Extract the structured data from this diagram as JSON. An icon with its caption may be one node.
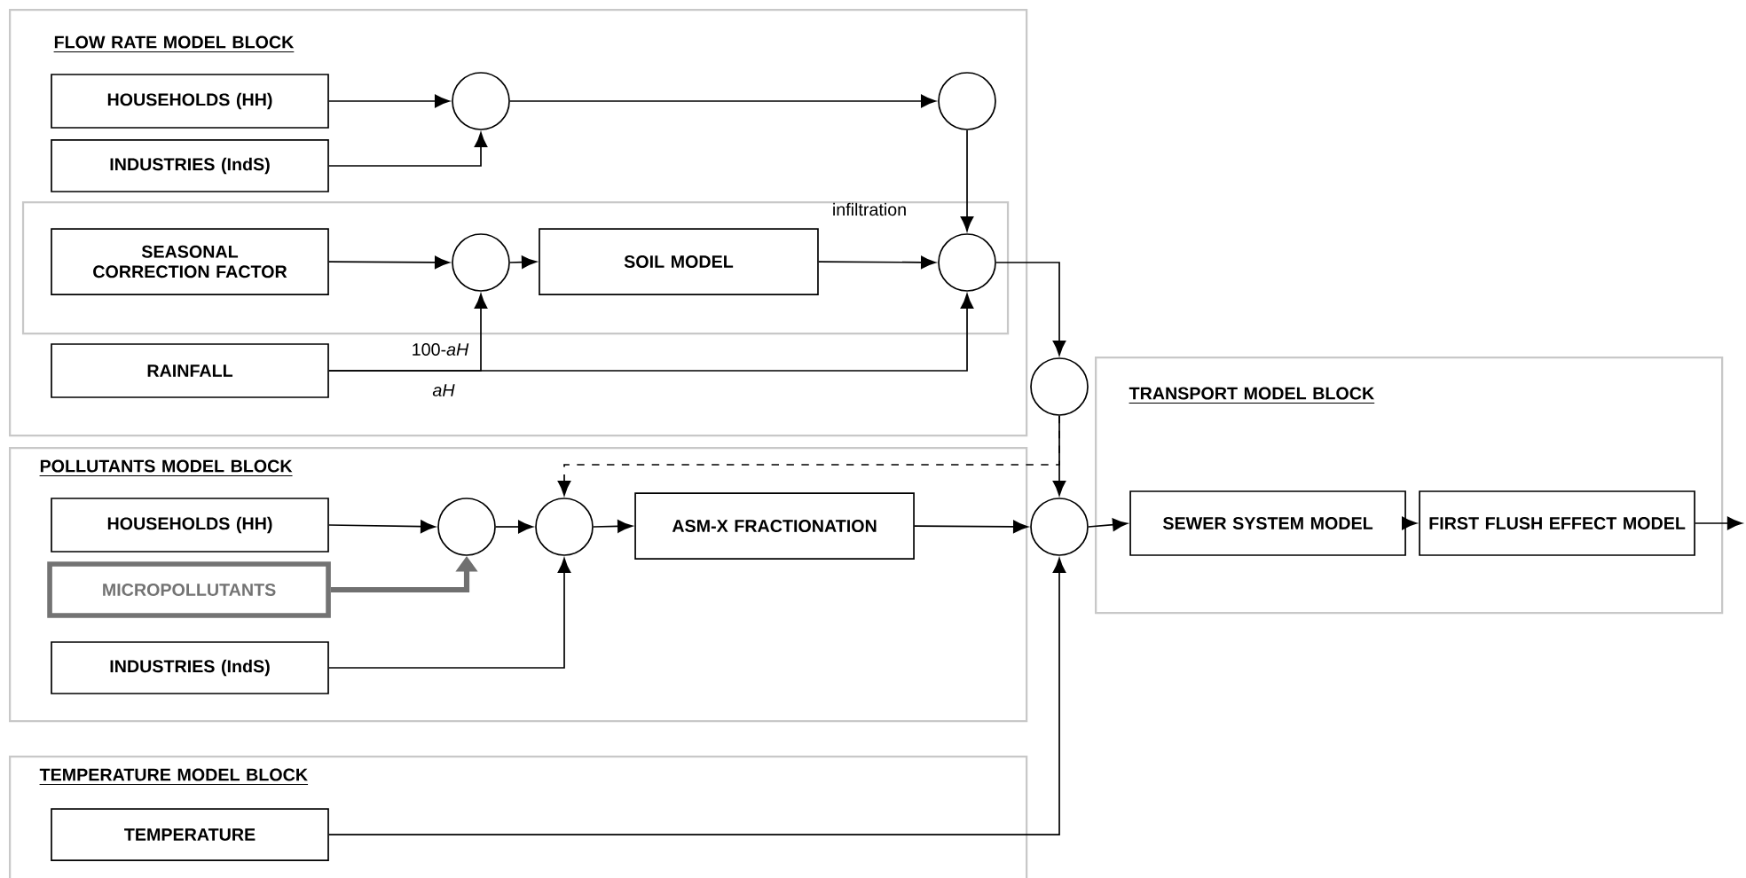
{
  "diagram": {
    "nodes": [
      {
        "text": [
          "FLOW RATE MODEL BLOCK"
        ]
      },
      {
        "text": [
          "HOUSEHOLDS (HH)"
        ],
        "in": 0
      },
      {
        "text": [
          "INDUSTRIES (IndS)"
        ],
        "in": 0
      },
      {
        "text": [],
        "shape": "circle",
        "in": 0
      },
      {
        "text": [],
        "shape": "circle",
        "in": 0
      },
      {
        "text": [],
        "shape": "box",
        "in": 0
      },
      {
        "text": [
          "SEASONAL CORRECTION FACTOR"
        ],
        "in": 5
      },
      {
        "text": [],
        "shape": "circle",
        "in": 5
      },
      {
        "text": [
          "SOIL MODEL"
        ],
        "in": 5
      },
      {
        "text": [],
        "shape": "circle",
        "in": 5
      },
      {
        "text": [
          "RAINFALL"
        ],
        "in": 0
      },
      {
        "text": [],
        "shape": "circle"
      },
      {
        "text": [
          "POLLUTANTS MODEL BLOCK"
        ]
      },
      {
        "text": [
          "HOUSEHOLDS (HH)"
        ],
        "in": 12
      },
      {
        "text": [
          "MICROPOLLUTANTS"
        ],
        "in": 12
      },
      {
        "text": [
          "INDUSTRIES (IndS)"
        ],
        "in": 12
      },
      {
        "text": [],
        "shape": "circle",
        "in": 12
      },
      {
        "text": [],
        "shape": "circle",
        "in": 12
      },
      {
        "text": [
          "ASM-X FRACTIONATION"
        ],
        "in": 12
      },
      {
        "text": [],
        "shape": "circle"
      },
      {
        "text": [
          "TEMPERATURE MODEL BLOCK"
        ]
      },
      {
        "text": [
          "TEMPERATURE"
        ],
        "in": 20
      },
      {
        "text": [
          "TRANSPORT MODEL BLOCK"
        ]
      },
      {
        "text": [
          "SEWER SYSTEM MODEL"
        ],
        "in": 22
      },
      {
        "text": [
          "FIRST FLUSH EFFECT MODEL"
        ],
        "in": 22
      }
    ],
    "edges": [
      {
        "from": 1,
        "to": 3,
        "arrow": "to"
      },
      {
        "from": 2,
        "to": 3,
        "arrow": "to"
      },
      {
        "from": 3,
        "to": 4,
        "arrow": "to"
      },
      {
        "from": 4,
        "to": 9,
        "arrow": "to"
      },
      {
        "from": 6,
        "to": 7,
        "arrow": "to"
      },
      {
        "from": 7,
        "to": 8,
        "arrow": "to"
      },
      {
        "from": 8,
        "to": 9,
        "arrow": "to"
      },
      {
        "from": 10,
        "to": 7,
        "arrow": "to",
        "label": "100-*aH*"
      },
      {
        "from": 10,
        "to": 9,
        "arrow": "to",
        "label": "*aH*"
      },
      {
        "from": 9,
        "to": 11,
        "arrow": "to"
      },
      {
        "from": 11,
        "to": 19,
        "arrow": "to"
      },
      {
        "from": 11,
        "to": 17,
        "arrow": "to",
        "style": "dashed"
      },
      {
        "from": 13,
        "to": 16,
        "arrow": "to"
      },
      {
        "from": 14,
        "to": 16,
        "arrow": "to",
        "style": "thick",
        "color": "#707070"
      },
      {
        "from": 16,
        "to": 17,
        "arrow": "to"
      },
      {
        "from": 15,
        "to": 17,
        "arrow": "to"
      },
      {
        "from": 17,
        "to": 18,
        "arrow": "to"
      },
      {
        "from": 18,
        "to": 19,
        "arrow": "to"
      },
      {
        "from": 21,
        "to": 19,
        "arrow": "to"
      },
      {
        "from": 19,
        "to": 23,
        "arrow": "to"
      },
      {
        "from": 23,
        "to": 24,
        "arrow": "to"
      },
      {
        "from": 24,
        "to": null,
        "arrow": "to"
      }
    ],
    "labels": [
      "infiltration"
    ]
  }
}
